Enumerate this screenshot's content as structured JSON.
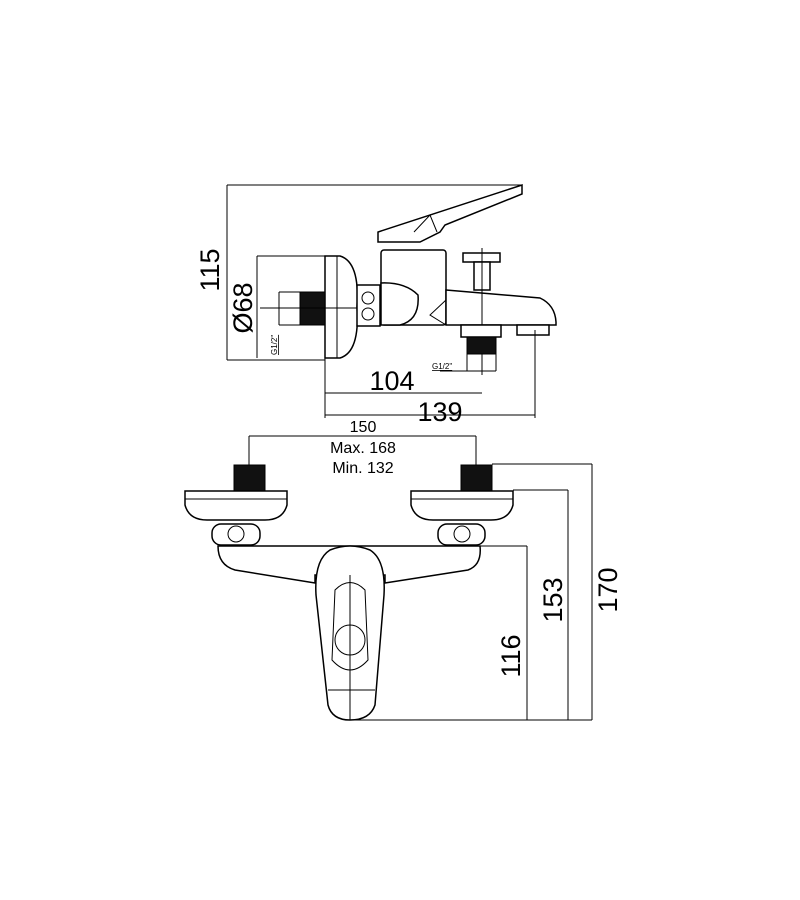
{
  "side_view": {
    "height_label": "115",
    "diameter_label": "Ø68",
    "wall_thread_label": "G1/2\"",
    "outlet_thread_label": "G1/2\"",
    "outlet_distance_label": "104",
    "total_depth_label": "139"
  },
  "front_view": {
    "center_distance_label": "150",
    "max_label": "Max. 168",
    "min_label": "Min. 132",
    "height_116_label": "116",
    "height_153_label": "153",
    "height_170_label": "170"
  }
}
